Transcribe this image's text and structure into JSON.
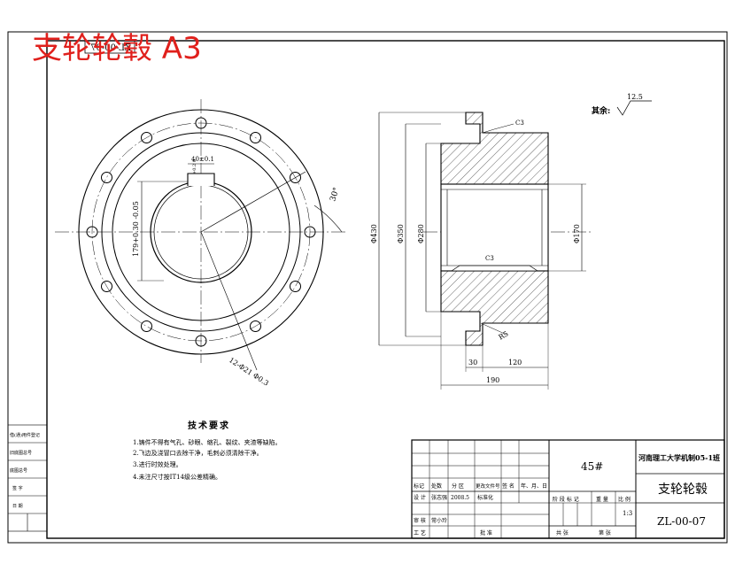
{
  "overlay_title": "支轮轮毂 A3",
  "drawing_code_mirrored": "ZL-00-07",
  "roughness": {
    "label": "其余:",
    "value": "12.5"
  },
  "front_view": {
    "keyway_width": "40±0.1",
    "keyway_tol": "+0.2 0",
    "key_depth_dim": "179+0.30 -0.05",
    "angle": "30°",
    "holes_callout": "12-Φ21  Φ0.3"
  },
  "section_view": {
    "chamfer_top": "C3",
    "chamfer_bottom": "C3",
    "dim_d430": "Φ430",
    "dim_d350": "Φ350",
    "dim_d280": "Φ280",
    "dim_d170": "Φ170",
    "radius": "R5",
    "dim_30": "30",
    "dim_120": "120",
    "dim_190": "190"
  },
  "tech_requirements": {
    "title": "技术要求",
    "items": [
      "1.铸件不得有气孔、砂眼、缩孔、裂纹、夹渣等缺陷。",
      "2.飞边及浇冒口去除干净，毛刺必须清除干净。",
      "3.进行时效处理。",
      "4.未注尺寸按IT14级公差精确。"
    ]
  },
  "left_strip": [
    "借(通)用件登记",
    "旧底图总号",
    "底图总号",
    "签 字",
    "日 期"
  ],
  "title_block": {
    "material": "45#",
    "organization": "河南理工大学机制05-1班",
    "part_name": "支轮轮毂",
    "drawing_no": "ZL-00-07",
    "scale": "1:3",
    "row_headers": [
      "标记",
      "处数",
      "分 区",
      "更改文件号",
      "签 名",
      "年、月、日"
    ],
    "design_row": [
      "设 计",
      "张志强",
      "2008.5",
      "标准化"
    ],
    "check_row": [
      "审 核",
      "常小玲"
    ],
    "process_row": [
      "工 艺",
      "",
      "批 准"
    ],
    "stage_row": [
      "阶 段 标 记",
      "重 量",
      "比 例"
    ],
    "sheet_row": [
      "共  张",
      "第  张"
    ]
  }
}
